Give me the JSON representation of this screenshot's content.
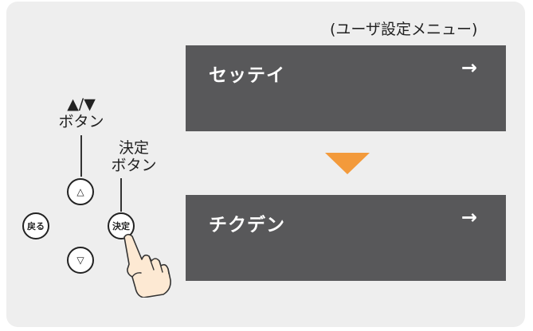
{
  "caption": "(ユーザ設定メニュー)",
  "screens": [
    {
      "text": "セッテイ",
      "arrow": "→"
    },
    {
      "text": "チクデン",
      "arrow": "→"
    }
  ],
  "labels": {
    "nav_line1": "▲/▼",
    "nav_line2": "ボタン",
    "enter_line1": "決定",
    "enter_line2": "ボタン"
  },
  "buttons": {
    "up": "△",
    "down": "▽",
    "back": "戻る",
    "enter": "決定"
  },
  "colors": {
    "screen_bg": "#58585a",
    "panel_bg": "#eeeeee",
    "accent_arrow": "#f39a3b",
    "hand_fill": "#fde9d3"
  },
  "icons": [
    "down-arrow-icon",
    "pointing-hand-icon"
  ]
}
